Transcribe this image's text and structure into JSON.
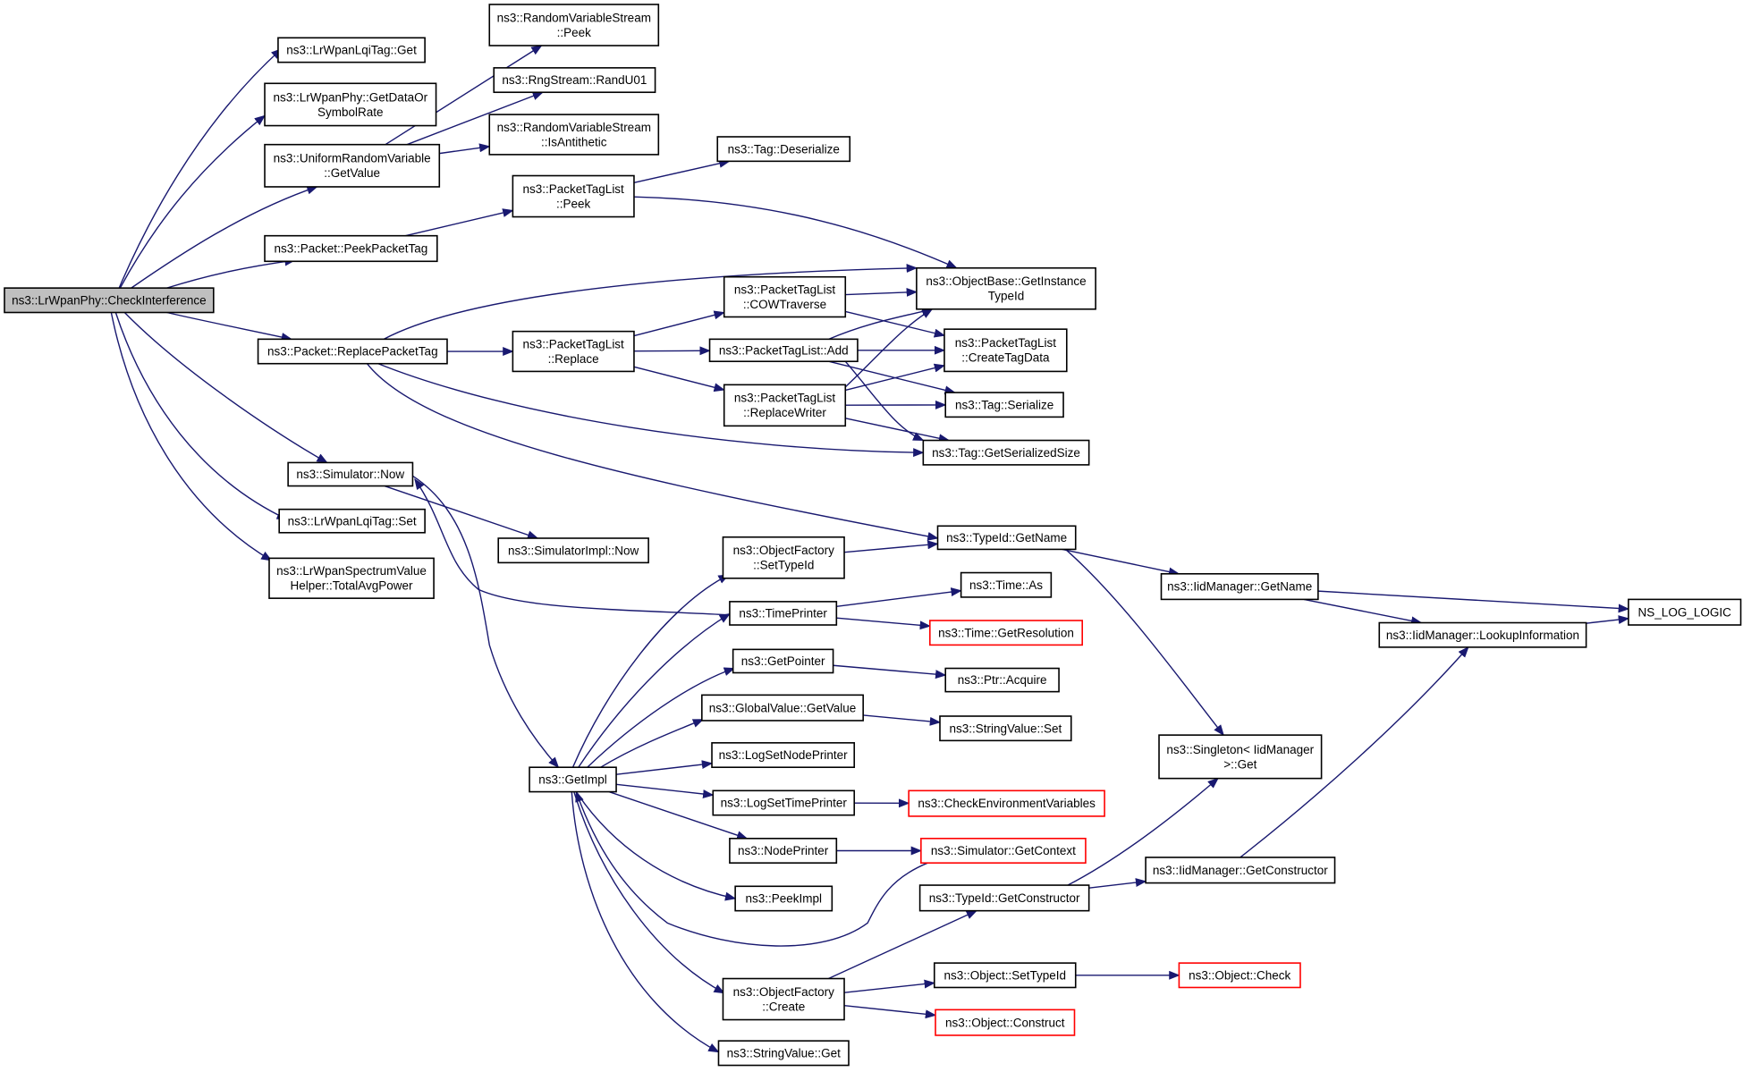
{
  "colors": {
    "edge": "#191970",
    "root_fill": "#bfbfbf",
    "node_fill": "#ffffff",
    "node_border": "#000000",
    "truncated_border": "#ff0000"
  },
  "nodes": [
    {
      "id": "checkinterference",
      "lines": [
        "ns3::LrWpanPhy::CheckInterference"
      ],
      "root": true
    },
    {
      "id": "lqitag-get",
      "lines": [
        "ns3::LrWpanLqiTag::Get"
      ]
    },
    {
      "id": "getdataorsymbolrate",
      "lines": [
        "ns3::LrWpanPhy::GetDataOr",
        "SymbolRate"
      ]
    },
    {
      "id": "uniform-getvalue",
      "lines": [
        "ns3::UniformRandomVariable",
        "::GetValue"
      ]
    },
    {
      "id": "rvs-peek",
      "lines": [
        "ns3::RandomVariableStream",
        "::Peek"
      ]
    },
    {
      "id": "randu01",
      "lines": [
        "ns3::RngStream::RandU01"
      ]
    },
    {
      "id": "rvs-isantithetic",
      "lines": [
        "ns3::RandomVariableStream",
        "::IsAntithetic"
      ]
    },
    {
      "id": "tag-deserialize",
      "lines": [
        "ns3::Tag::Deserialize"
      ]
    },
    {
      "id": "ptl-peek",
      "lines": [
        "ns3::PacketTagList",
        "::Peek"
      ]
    },
    {
      "id": "packet-peekpackettag",
      "lines": [
        "ns3::Packet::PeekPacketTag"
      ]
    },
    {
      "id": "getinstancetypeid",
      "lines": [
        "ns3::ObjectBase::GetInstance",
        "TypeId"
      ]
    },
    {
      "id": "ptl-cowtraverse",
      "lines": [
        "ns3::PacketTagList",
        "::COWTraverse"
      ]
    },
    {
      "id": "packet-replacepackettag",
      "lines": [
        "ns3::Packet::ReplacePacketTag"
      ]
    },
    {
      "id": "ptl-replace",
      "lines": [
        "ns3::PacketTagList",
        "::Replace"
      ]
    },
    {
      "id": "ptl-add",
      "lines": [
        "ns3::PacketTagList::Add"
      ]
    },
    {
      "id": "ptl-createtagdata",
      "lines": [
        "ns3::PacketTagList",
        "::CreateTagData"
      ]
    },
    {
      "id": "ptl-replacewriter",
      "lines": [
        "ns3::PacketTagList",
        "::ReplaceWriter"
      ]
    },
    {
      "id": "tag-serialize",
      "lines": [
        "ns3::Tag::Serialize"
      ]
    },
    {
      "id": "tag-getserializedsize",
      "lines": [
        "ns3::Tag::GetSerializedSize"
      ]
    },
    {
      "id": "simulator-now",
      "lines": [
        "ns3::Simulator::Now"
      ]
    },
    {
      "id": "lqitag-set",
      "lines": [
        "ns3::LrWpanLqiTag::Set"
      ]
    },
    {
      "id": "simulatorimpl-now",
      "lines": [
        "ns3::SimulatorImpl::Now"
      ]
    },
    {
      "id": "totalavgpower",
      "lines": [
        "ns3::LrWpanSpectrumValue",
        "Helper::TotalAvgPower"
      ]
    },
    {
      "id": "typeid-getname",
      "lines": [
        "ns3::TypeId::GetName"
      ]
    },
    {
      "id": "objectfactory-settypeid",
      "lines": [
        "ns3::ObjectFactory",
        "::SetTypeId"
      ]
    },
    {
      "id": "iidmanager-getname",
      "lines": [
        "ns3::IidManager::GetName"
      ]
    },
    {
      "id": "ns-log-logic",
      "lines": [
        "NS_LOG_LOGIC"
      ]
    },
    {
      "id": "time-as",
      "lines": [
        "ns3::Time::As"
      ]
    },
    {
      "id": "timeprinter",
      "lines": [
        "ns3::TimePrinter"
      ]
    },
    {
      "id": "time-getresolution",
      "lines": [
        "ns3::Time::GetResolution"
      ],
      "truncated": true
    },
    {
      "id": "iidmanager-lookupinformation",
      "lines": [
        "ns3::IidManager::LookupInformation"
      ]
    },
    {
      "id": "getpointer",
      "lines": [
        "ns3::GetPointer"
      ]
    },
    {
      "id": "ptr-acquire",
      "lines": [
        "ns3::Ptr::Acquire"
      ]
    },
    {
      "id": "globalvalue-getvalue",
      "lines": [
        "ns3::GlobalValue::GetValue"
      ]
    },
    {
      "id": "stringvalue-set",
      "lines": [
        "ns3::StringValue::Set"
      ]
    },
    {
      "id": "singleton-get",
      "lines": [
        "ns3::Singleton< IidManager",
        " >::Get"
      ]
    },
    {
      "id": "logsetnodeprinter",
      "lines": [
        "ns3::LogSetNodePrinter"
      ]
    },
    {
      "id": "getimpl",
      "lines": [
        "ns3::GetImpl"
      ]
    },
    {
      "id": "logsettimeprinter",
      "lines": [
        "ns3::LogSetTimePrinter"
      ]
    },
    {
      "id": "checkenvironmentvariables",
      "lines": [
        "ns3::CheckEnvironmentVariables"
      ],
      "truncated": true
    },
    {
      "id": "nodeprinter",
      "lines": [
        "ns3::NodePrinter"
      ]
    },
    {
      "id": "simulator-getcontext",
      "lines": [
        "ns3::Simulator::GetContext"
      ],
      "truncated": true
    },
    {
      "id": "iidmanager-getconstructor",
      "lines": [
        "ns3::IidManager::GetConstructor"
      ]
    },
    {
      "id": "peekimpl",
      "lines": [
        "ns3::PeekImpl"
      ]
    },
    {
      "id": "typeid-getconstructor",
      "lines": [
        "ns3::TypeId::GetConstructor"
      ]
    },
    {
      "id": "object-settypeid",
      "lines": [
        "ns3::Object::SetTypeId"
      ]
    },
    {
      "id": "object-check",
      "lines": [
        "ns3::Object::Check"
      ],
      "truncated": true
    },
    {
      "id": "objectfactory-create",
      "lines": [
        "ns3::ObjectFactory",
        "::Create"
      ]
    },
    {
      "id": "object-construct",
      "lines": [
        "ns3::Object::Construct"
      ],
      "truncated": true
    },
    {
      "id": "stringvalue-get",
      "lines": [
        "ns3::StringValue::Get"
      ]
    }
  ],
  "edges": [
    [
      "checkinterference",
      "lqitag-get"
    ],
    [
      "checkinterference",
      "getdataorsymbolrate"
    ],
    [
      "checkinterference",
      "uniform-getvalue"
    ],
    [
      "checkinterference",
      "packet-peekpackettag"
    ],
    [
      "checkinterference",
      "packet-replacepackettag"
    ],
    [
      "checkinterference",
      "simulator-now"
    ],
    [
      "checkinterference",
      "lqitag-set"
    ],
    [
      "checkinterference",
      "totalavgpower"
    ],
    [
      "uniform-getvalue",
      "rvs-peek"
    ],
    [
      "uniform-getvalue",
      "randu01"
    ],
    [
      "uniform-getvalue",
      "rvs-isantithetic"
    ],
    [
      "packet-peekpackettag",
      "ptl-peek"
    ],
    [
      "ptl-peek",
      "tag-deserialize"
    ],
    [
      "ptl-peek",
      "getinstancetypeid"
    ],
    [
      "packet-replacepackettag",
      "getinstancetypeid"
    ],
    [
      "packet-replacepackettag",
      "ptl-replace"
    ],
    [
      "packet-replacepackettag",
      "tag-getserializedsize"
    ],
    [
      "packet-replacepackettag",
      "typeid-getname"
    ],
    [
      "ptl-replace",
      "ptl-cowtraverse"
    ],
    [
      "ptl-replace",
      "ptl-add"
    ],
    [
      "ptl-replace",
      "ptl-replacewriter"
    ],
    [
      "ptl-cowtraverse",
      "getinstancetypeid"
    ],
    [
      "ptl-cowtraverse",
      "ptl-createtagdata"
    ],
    [
      "ptl-add",
      "getinstancetypeid"
    ],
    [
      "ptl-add",
      "ptl-createtagdata"
    ],
    [
      "ptl-add",
      "tag-serialize"
    ],
    [
      "ptl-add",
      "tag-getserializedsize"
    ],
    [
      "ptl-replacewriter",
      "getinstancetypeid"
    ],
    [
      "ptl-replacewriter",
      "ptl-createtagdata"
    ],
    [
      "ptl-replacewriter",
      "tag-serialize"
    ],
    [
      "ptl-replacewriter",
      "tag-getserializedsize"
    ],
    [
      "simulator-now",
      "simulatorimpl-now"
    ],
    [
      "simulator-now",
      "getimpl"
    ],
    [
      "timeprinter",
      "simulator-now"
    ],
    [
      "timeprinter",
      "time-as"
    ],
    [
      "timeprinter",
      "time-getresolution"
    ],
    [
      "objectfactory-settypeid",
      "typeid-getname"
    ],
    [
      "typeid-getname",
      "iidmanager-getname"
    ],
    [
      "typeid-getname",
      "singleton-get"
    ],
    [
      "iidmanager-getname",
      "ns-log-logic"
    ],
    [
      "iidmanager-getname",
      "iidmanager-lookupinformation"
    ],
    [
      "iidmanager-lookupinformation",
      "ns-log-logic"
    ],
    [
      "getimpl",
      "objectfactory-settypeid"
    ],
    [
      "getimpl",
      "timeprinter"
    ],
    [
      "getimpl",
      "getpointer"
    ],
    [
      "getimpl",
      "globalvalue-getvalue"
    ],
    [
      "getimpl",
      "logsetnodeprinter"
    ],
    [
      "getimpl",
      "logsettimeprinter"
    ],
    [
      "getimpl",
      "nodeprinter"
    ],
    [
      "getimpl",
      "peekimpl"
    ],
    [
      "getimpl",
      "objectfactory-create"
    ],
    [
      "getimpl",
      "stringvalue-get"
    ],
    [
      "getpointer",
      "ptr-acquire"
    ],
    [
      "globalvalue-getvalue",
      "stringvalue-set"
    ],
    [
      "logsettimeprinter",
      "checkenvironmentvariables"
    ],
    [
      "nodeprinter",
      "simulator-getcontext"
    ],
    [
      "simulator-getcontext",
      "getimpl"
    ],
    [
      "objectfactory-create",
      "typeid-getconstructor"
    ],
    [
      "objectfactory-create",
      "object-settypeid"
    ],
    [
      "objectfactory-create",
      "object-construct"
    ],
    [
      "typeid-getconstructor",
      "singleton-get"
    ],
    [
      "typeid-getconstructor",
      "iidmanager-getconstructor"
    ],
    [
      "iidmanager-getconstructor",
      "iidmanager-lookupinformation"
    ],
    [
      "object-settypeid",
      "object-check"
    ]
  ]
}
